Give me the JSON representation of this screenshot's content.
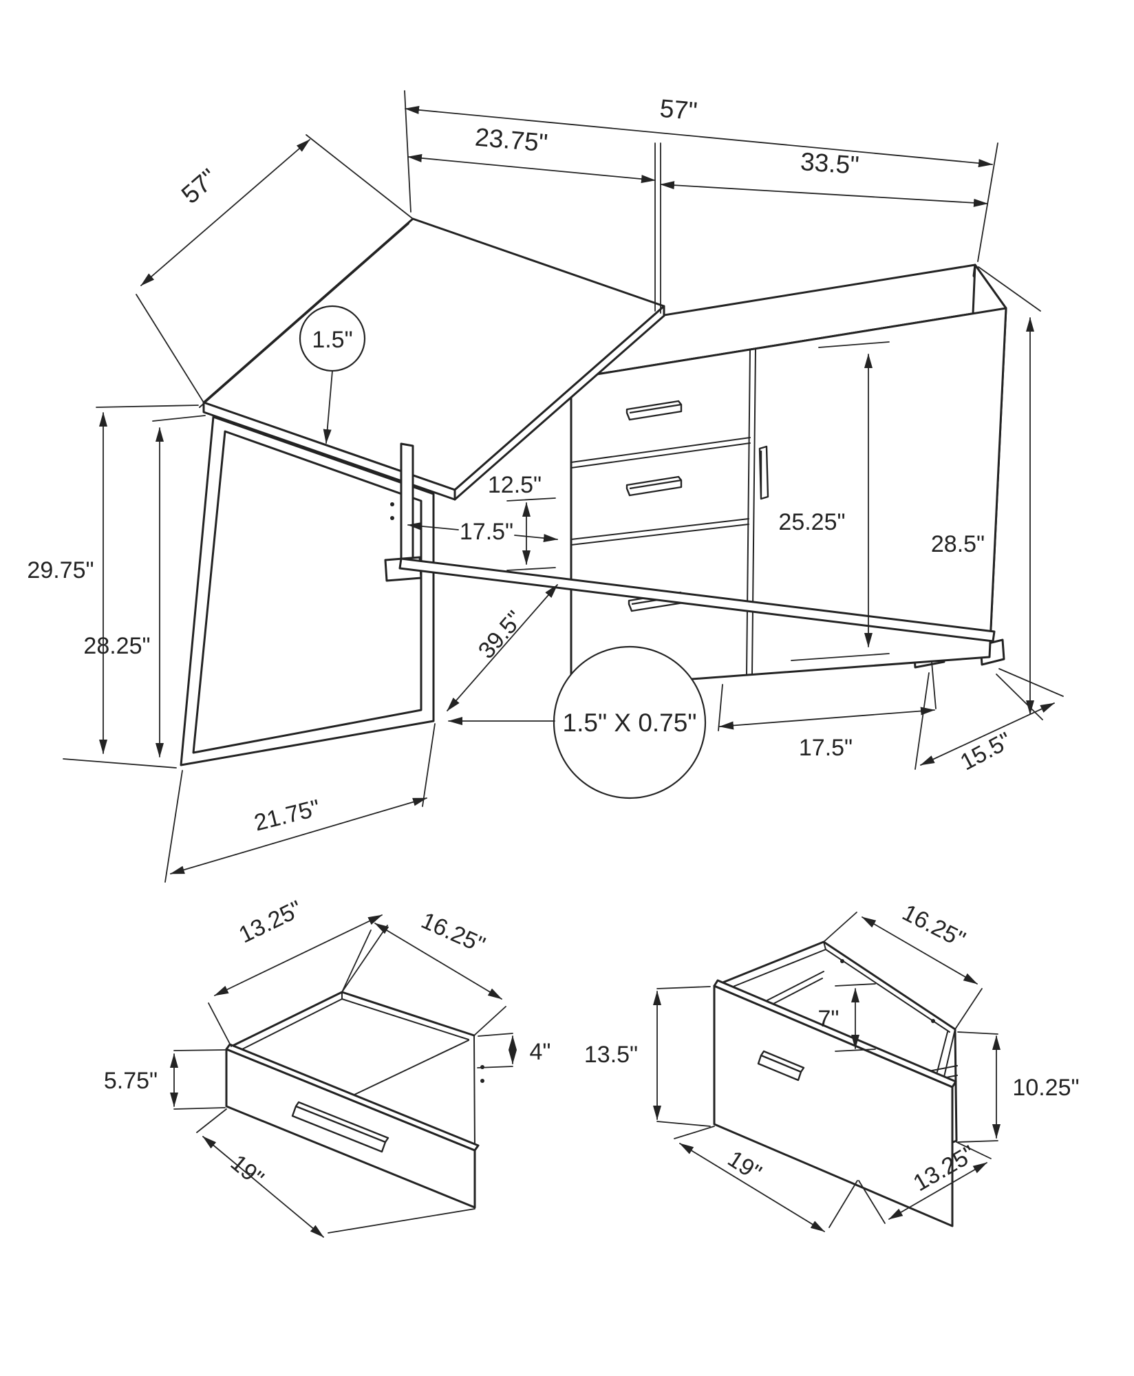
{
  "diagram_title": "L-shaped desk assembly dimension drawing",
  "colors": {
    "line": "#232323",
    "background": "#ffffff"
  },
  "main_diagram": {
    "labels": {
      "top_total_width": "57\"",
      "top_left_section": "23.75\"",
      "top_right_section": "33.5\"",
      "left_depth": "57\"",
      "top_thickness": "1.5\"",
      "total_height": "29.75\"",
      "leg_clearance_height": "28.25\"",
      "shelf_opening_height": "12.5\"",
      "shelf_opening_width": "17.5\"",
      "door_height": "25.25\"",
      "cabinet_height": "28.5\"",
      "cabinet_depth": "15.5\"",
      "cabinet_opening_width": "17.5\"",
      "stretcher_length": "39.5\"",
      "leg_base_width": "21.75\"",
      "leg_tube_size": "1.5\" X 0.75\""
    }
  },
  "small_drawer": {
    "labels": {
      "inner_depth": "13.25\"",
      "inner_width": "16.25\"",
      "front_height": "5.75\"",
      "side_height": "4\"",
      "outer_depth": "19\""
    }
  },
  "file_drawer": {
    "labels": {
      "inner_width": "16.25\"",
      "inner_clearance": "7\"",
      "front_height": "13.5\"",
      "side_height": "10.25\"",
      "outer_depth": "19\"",
      "bottom_depth": "13.25\""
    }
  }
}
